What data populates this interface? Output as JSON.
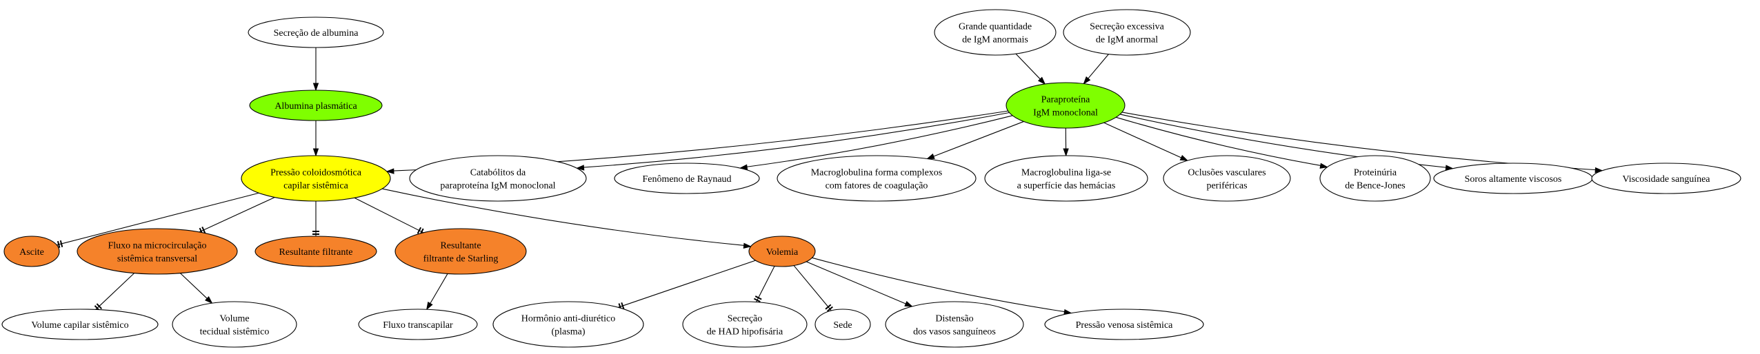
{
  "nodes": [
    {
      "id": "secrecao_albumina",
      "lines": [
        "Secreção de albumina"
      ],
      "fill": "#ffffff"
    },
    {
      "id": "albumina_plasmatica",
      "lines": [
        "Albumina plasmática"
      ],
      "fill": "#7fff00"
    },
    {
      "id": "pressao_coloidosmotica",
      "lines": [
        "Pressão coloidosmótica",
        "capilar sistêmica"
      ],
      "fill": "#ffff00"
    },
    {
      "id": "ascite",
      "lines": [
        "Ascite"
      ],
      "fill": "#f5822a"
    },
    {
      "id": "fluxo_microcirculacao",
      "lines": [
        "Fluxo na microcirculação",
        "sistêmica transversal"
      ],
      "fill": "#f5822a"
    },
    {
      "id": "resultante_filtrante",
      "lines": [
        "Resultante filtrante"
      ],
      "fill": "#f5822a"
    },
    {
      "id": "resultante_starling",
      "lines": [
        "Resultante",
        "filtrante de Starling"
      ],
      "fill": "#f5822a"
    },
    {
      "id": "volemia",
      "lines": [
        "Volemia"
      ],
      "fill": "#f5822a"
    },
    {
      "id": "volume_capilar",
      "lines": [
        "Volume capilar sistêmico"
      ],
      "fill": "#ffffff"
    },
    {
      "id": "volume_tecidual",
      "lines": [
        "Volume",
        "tecidual sistêmico"
      ],
      "fill": "#ffffff"
    },
    {
      "id": "fluxo_transcapilar",
      "lines": [
        "Fluxo transcapilar"
      ],
      "fill": "#ffffff"
    },
    {
      "id": "hormonio_antidiuretico",
      "lines": [
        "Hormônio anti-diurético",
        "(plasma)"
      ],
      "fill": "#ffffff"
    },
    {
      "id": "secrecao_had",
      "lines": [
        "Secreção",
        "de HAD hipofisária"
      ],
      "fill": "#ffffff"
    },
    {
      "id": "sede",
      "lines": [
        "Sede"
      ],
      "fill": "#ffffff"
    },
    {
      "id": "distensao_vasos",
      "lines": [
        "Distensão",
        "dos vasos sanguíneos"
      ],
      "fill": "#ffffff"
    },
    {
      "id": "pressao_venosa",
      "lines": [
        "Pressão venosa sistêmica"
      ],
      "fill": "#ffffff"
    },
    {
      "id": "grande_quantidade_igm",
      "lines": [
        "Grande quantidade",
        "de IgM anormais"
      ],
      "fill": "#ffffff"
    },
    {
      "id": "secrecao_excessiva_igm",
      "lines": [
        "Secreção excessiva",
        "de IgM anormal"
      ],
      "fill": "#ffffff"
    },
    {
      "id": "paraproteina_igm",
      "lines": [
        "Paraproteína",
        "IgM monoclonal"
      ],
      "fill": "#7fff00"
    },
    {
      "id": "catabolitos",
      "lines": [
        "Catabólitos da",
        "paraproteína IgM monoclonal"
      ],
      "fill": "#ffffff"
    },
    {
      "id": "raynaud",
      "lines": [
        "Fenômeno de Raynaud"
      ],
      "fill": "#ffffff"
    },
    {
      "id": "macroglobulina_complexos",
      "lines": [
        "Macroglobulina forma complexos",
        "com fatores de coagulação"
      ],
      "fill": "#ffffff"
    },
    {
      "id": "macroglobulina_hemacias",
      "lines": [
        "Macroglobulina liga-se",
        "a superfície das hemácias"
      ],
      "fill": "#ffffff"
    },
    {
      "id": "oclusoes_vasculares",
      "lines": [
        "Oclusões vasculares",
        "periféricas"
      ],
      "fill": "#ffffff"
    },
    {
      "id": "proteinuria_bence_jones",
      "lines": [
        "Proteinúria",
        "de Bence-Jones"
      ],
      "fill": "#ffffff"
    },
    {
      "id": "soros_viscosos",
      "lines": [
        "Soros altamente viscosos"
      ],
      "fill": "#ffffff"
    },
    {
      "id": "viscosidade_sanguinea",
      "lines": [
        "Viscosidade sanguínea"
      ],
      "fill": "#ffffff"
    }
  ],
  "edges": [
    {
      "from": "secrecao_albumina",
      "to": "albumina_plasmatica",
      "head": "arrow"
    },
    {
      "from": "albumina_plasmatica",
      "to": "pressao_coloidosmotica",
      "head": "arrow"
    },
    {
      "from": "pressao_coloidosmotica",
      "to": "ascite",
      "head": "tee"
    },
    {
      "from": "pressao_coloidosmotica",
      "to": "fluxo_microcirculacao",
      "head": "tee"
    },
    {
      "from": "pressao_coloidosmotica",
      "to": "resultante_filtrante",
      "head": "tee"
    },
    {
      "from": "pressao_coloidosmotica",
      "to": "resultante_starling",
      "head": "tee"
    },
    {
      "from": "pressao_coloidosmotica",
      "to": "volemia",
      "head": "arrow"
    },
    {
      "from": "fluxo_microcirculacao",
      "to": "volume_capilar",
      "head": "tee"
    },
    {
      "from": "fluxo_microcirculacao",
      "to": "volume_tecidual",
      "head": "arrow"
    },
    {
      "from": "resultante_starling",
      "to": "fluxo_transcapilar",
      "head": "arrow"
    },
    {
      "from": "volemia",
      "to": "hormonio_antidiuretico",
      "head": "tee"
    },
    {
      "from": "volemia",
      "to": "secrecao_had",
      "head": "tee"
    },
    {
      "from": "volemia",
      "to": "sede",
      "head": "tee"
    },
    {
      "from": "volemia",
      "to": "distensao_vasos",
      "head": "arrow"
    },
    {
      "from": "volemia",
      "to": "pressao_venosa",
      "head": "arrow"
    },
    {
      "from": "grande_quantidade_igm",
      "to": "paraproteina_igm",
      "head": "arrow"
    },
    {
      "from": "secrecao_excessiva_igm",
      "to": "paraproteina_igm",
      "head": "arrow"
    },
    {
      "from": "paraproteina_igm",
      "to": "pressao_coloidosmotica",
      "head": "arrow"
    },
    {
      "from": "paraproteina_igm",
      "to": "catabolitos",
      "head": "arrow"
    },
    {
      "from": "paraproteina_igm",
      "to": "raynaud",
      "head": "arrow"
    },
    {
      "from": "paraproteina_igm",
      "to": "macroglobulina_complexos",
      "head": "arrow"
    },
    {
      "from": "paraproteina_igm",
      "to": "macroglobulina_hemacias",
      "head": "arrow"
    },
    {
      "from": "paraproteina_igm",
      "to": "oclusoes_vasculares",
      "head": "arrow"
    },
    {
      "from": "paraproteina_igm",
      "to": "proteinuria_bence_jones",
      "head": "arrow"
    },
    {
      "from": "paraproteina_igm",
      "to": "soros_viscosos",
      "head": "arrow"
    },
    {
      "from": "paraproteina_igm",
      "to": "viscosidade_sanguinea",
      "head": "arrow"
    }
  ]
}
